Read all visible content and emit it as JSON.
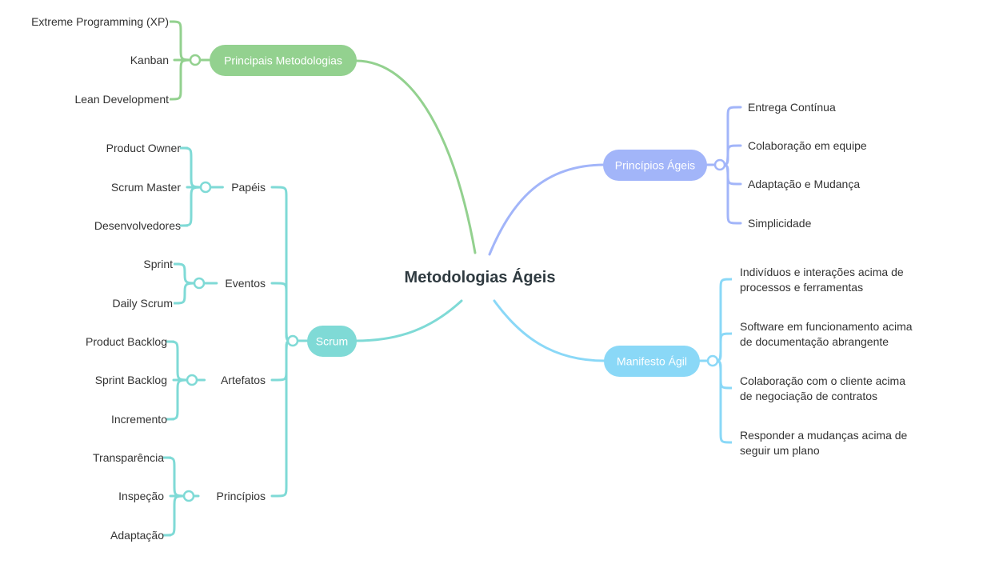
{
  "root": {
    "label": "Metodologias Ágeis"
  },
  "colors": {
    "green": "#93d18f",
    "teal": "#7fdad6",
    "purple": "#a2b5f9",
    "blue": "#8ad8f7"
  },
  "branches": {
    "metodologias": {
      "label": "Principais Metodologias",
      "items": [
        "Extreme Programming (XP)",
        "Kanban",
        "Lean Development"
      ]
    },
    "scrum": {
      "label": "Scrum",
      "groups": [
        {
          "label": "Papéis",
          "items": [
            "Product Owner",
            "Scrum Master",
            "Desenvolvedores"
          ]
        },
        {
          "label": "Eventos",
          "items": [
            "Sprint",
            "Daily Scrum"
          ]
        },
        {
          "label": "Artefatos",
          "items": [
            "Product Backlog",
            "Sprint Backlog",
            "Incremento"
          ]
        },
        {
          "label": "Princípios",
          "items": [
            "Transparência",
            "Inspeção",
            "Adaptação"
          ]
        }
      ]
    },
    "principios": {
      "label": "Princípios Ágeis",
      "items": [
        "Entrega Contínua",
        "Colaboração em equipe",
        "Adaptação e Mudança",
        "Simplicidade"
      ]
    },
    "manifesto": {
      "label": "Manifesto Ágil",
      "items": [
        [
          "Indivíduos e interações acima de",
          "processos e ferramentas"
        ],
        [
          "Software em funcionamento acima",
          "de documentação abrangente"
        ],
        [
          "Colaboração com o cliente acima",
          "de negociação de contratos"
        ],
        [
          "Responder a mudanças acima de",
          "seguir um plano"
        ]
      ]
    }
  }
}
